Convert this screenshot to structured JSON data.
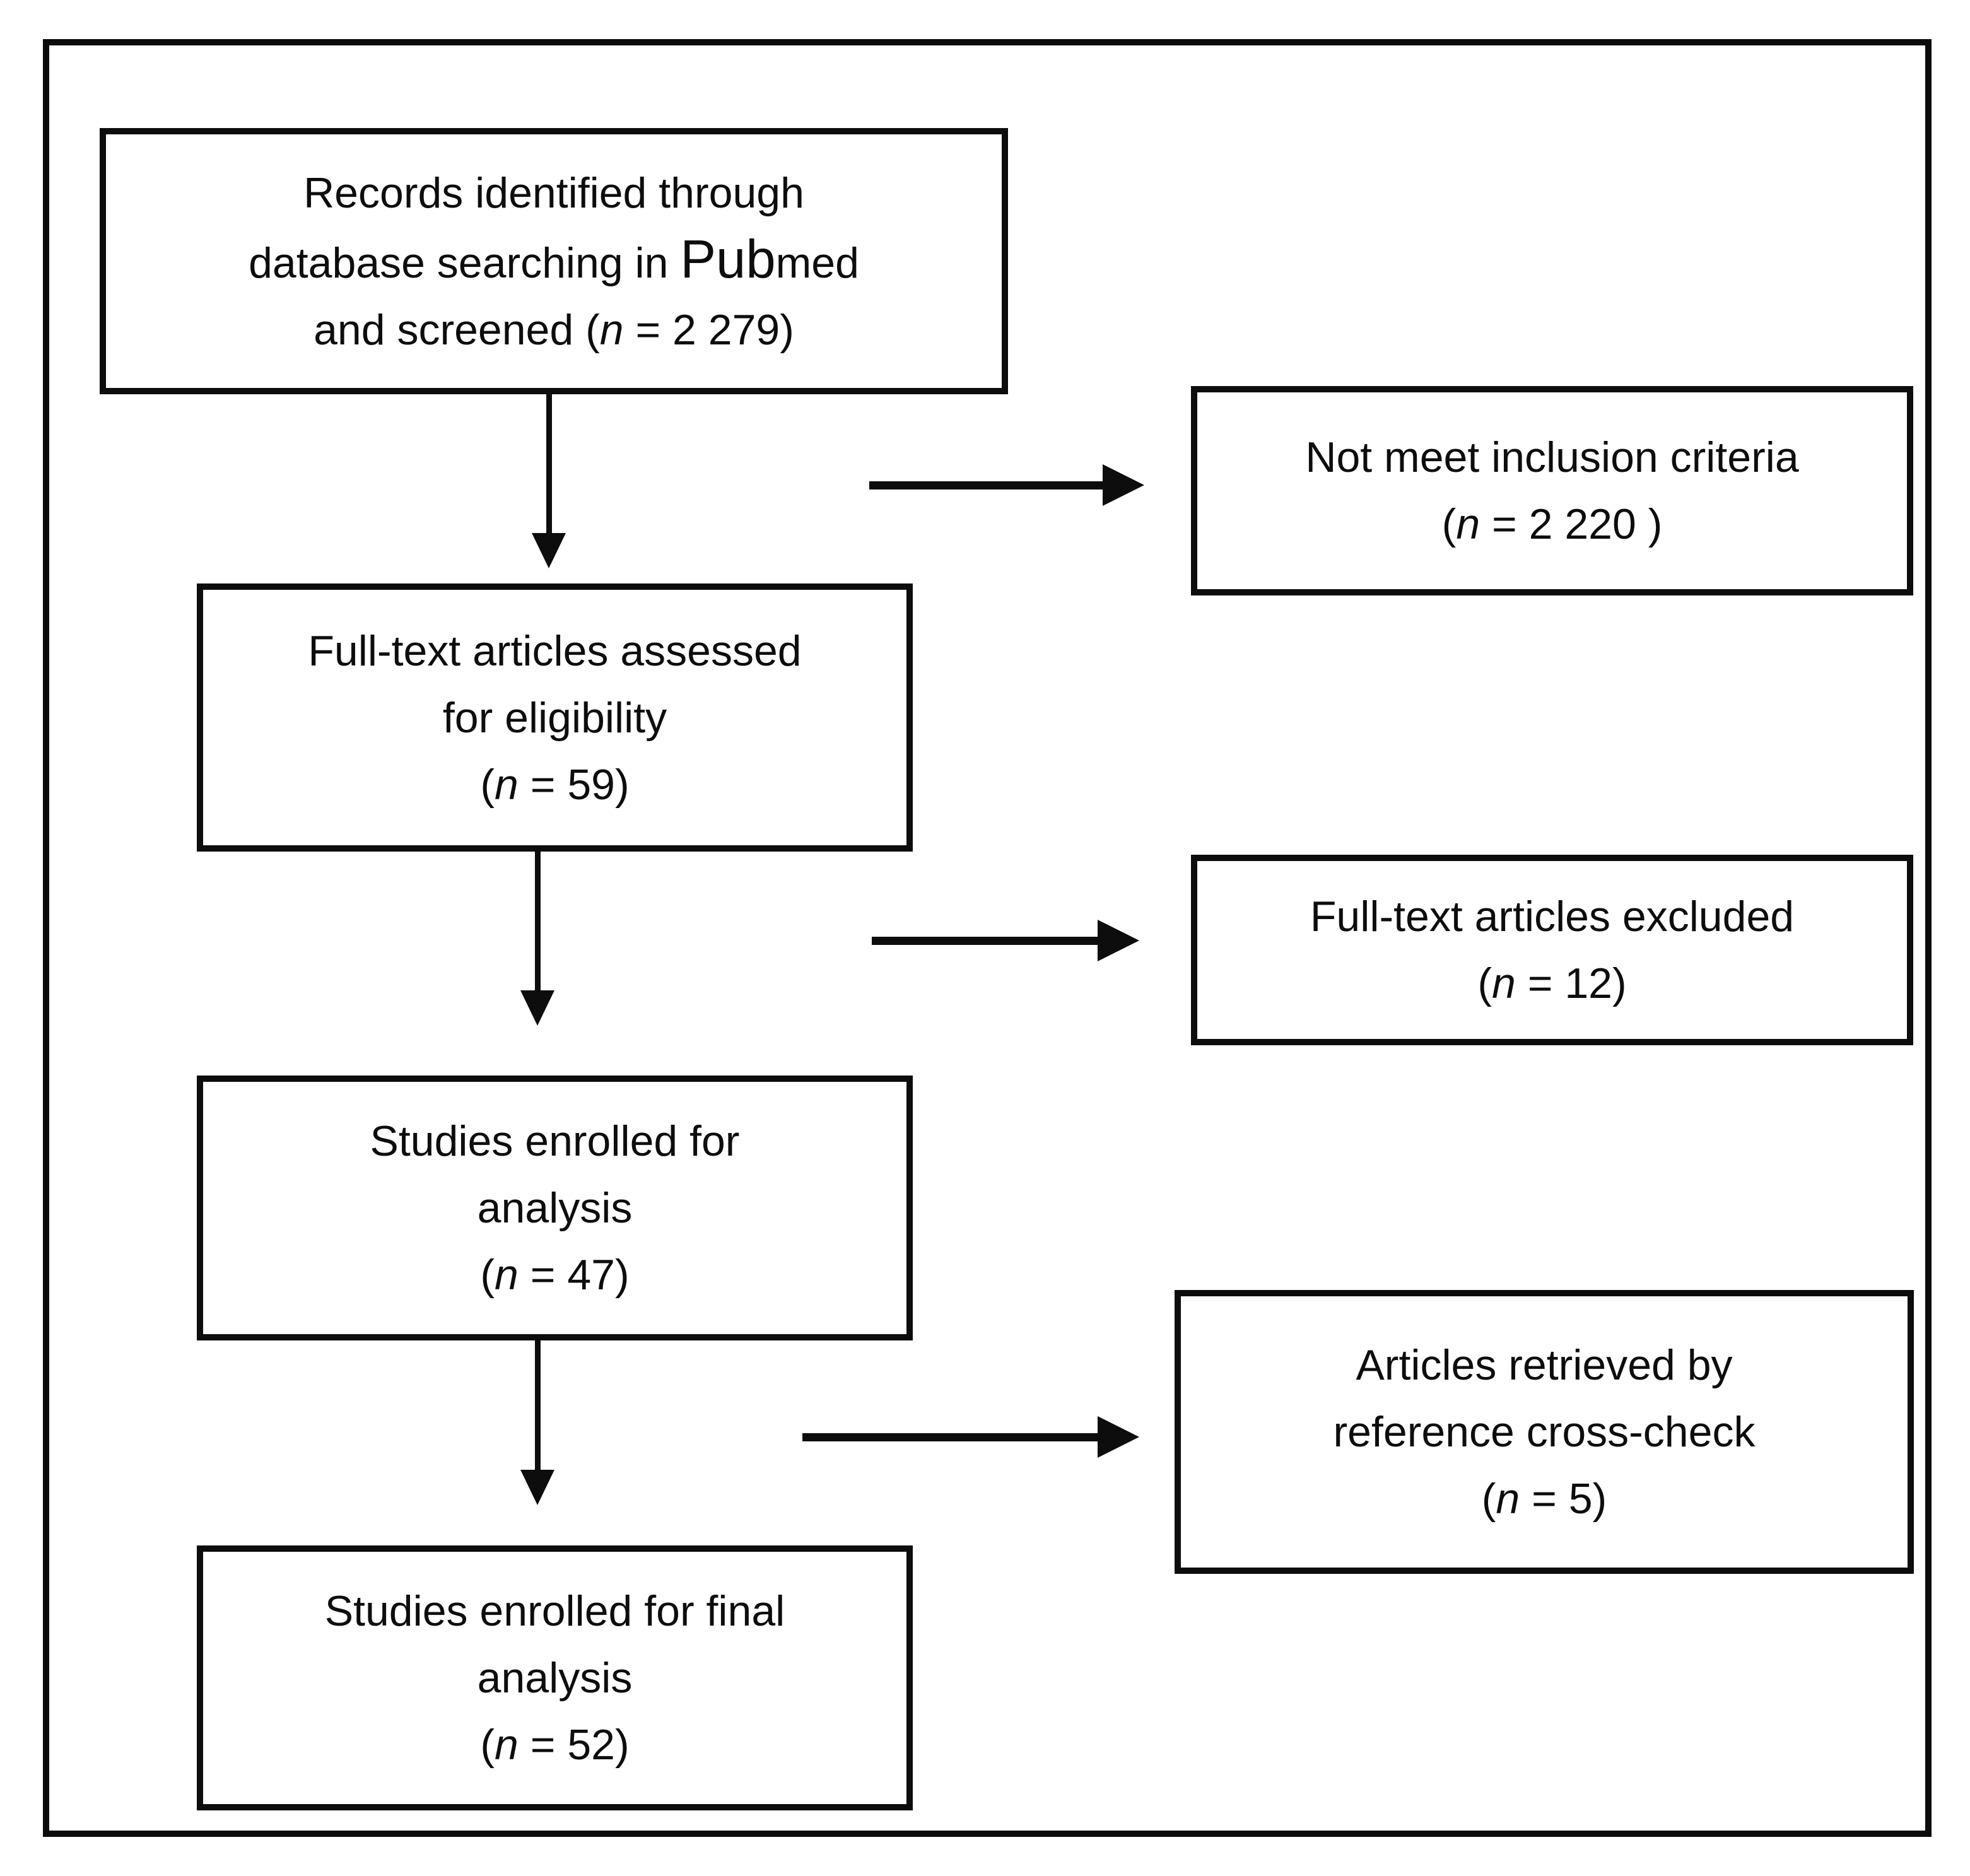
{
  "colors": {
    "ink": "#0d0d0d",
    "background": "#ffffff"
  },
  "boxes": {
    "records": {
      "line1": "Records identified through",
      "line2_pre": "database searching in ",
      "line2_pub": "Pub",
      "line2_med": "med",
      "count_pre": "and screened (",
      "n": "n",
      "count_post": " = 2 279)"
    },
    "not_meet": {
      "line1": "Not meet inclusion criteria",
      "count_pre": "(",
      "n": "n",
      "count_post": " = 2 220 )"
    },
    "fulltext_assessed": {
      "line1": "Full-text articles assessed",
      "line2": "for eligibility",
      "count_pre": "(",
      "n": "n",
      "count_post": " = 59)"
    },
    "fulltext_excluded": {
      "line1": "Full-text articles excluded",
      "count_pre": "(",
      "n": "n",
      "count_post": " = 12)"
    },
    "enrolled_analysis": {
      "line1": "Studies enrolled for",
      "line2": "analysis",
      "count_pre": "(",
      "n": "n",
      "count_post": " = 47)"
    },
    "cross_check": {
      "line1": "Articles retrieved by",
      "line2": "reference cross-check",
      "count_pre": "(",
      "n": "n",
      "count_post": " = 5)"
    },
    "final_analysis": {
      "line1": "Studies enrolled for final",
      "line2": "analysis",
      "count_pre": "(",
      "n": "n",
      "count_post": " = 52)"
    }
  },
  "flow": {
    "nodes": [
      {
        "id": "records",
        "label": "Records identified through database searching in Pubmed and screened",
        "n": 2279
      },
      {
        "id": "not_meet",
        "label": "Not meet inclusion criteria",
        "n": 2220
      },
      {
        "id": "fulltext_assessed",
        "label": "Full-text articles assessed for eligibility",
        "n": 59
      },
      {
        "id": "fulltext_excluded",
        "label": "Full-text articles excluded",
        "n": 12
      },
      {
        "id": "enrolled_analysis",
        "label": "Studies enrolled for analysis",
        "n": 47
      },
      {
        "id": "cross_check",
        "label": "Articles retrieved by reference cross-check",
        "n": 5
      },
      {
        "id": "final_analysis",
        "label": "Studies enrolled for final analysis",
        "n": 52
      }
    ],
    "edges": [
      {
        "from": "records",
        "to": "fulltext_assessed",
        "direction": "down"
      },
      {
        "from": "records",
        "to": "not_meet",
        "direction": "right"
      },
      {
        "from": "fulltext_assessed",
        "to": "enrolled_analysis",
        "direction": "down"
      },
      {
        "from": "fulltext_assessed",
        "to": "fulltext_excluded",
        "direction": "right"
      },
      {
        "from": "enrolled_analysis",
        "to": "final_analysis",
        "direction": "down"
      },
      {
        "from": "cross_check",
        "to": "final_analysis",
        "direction": "right"
      }
    ]
  }
}
